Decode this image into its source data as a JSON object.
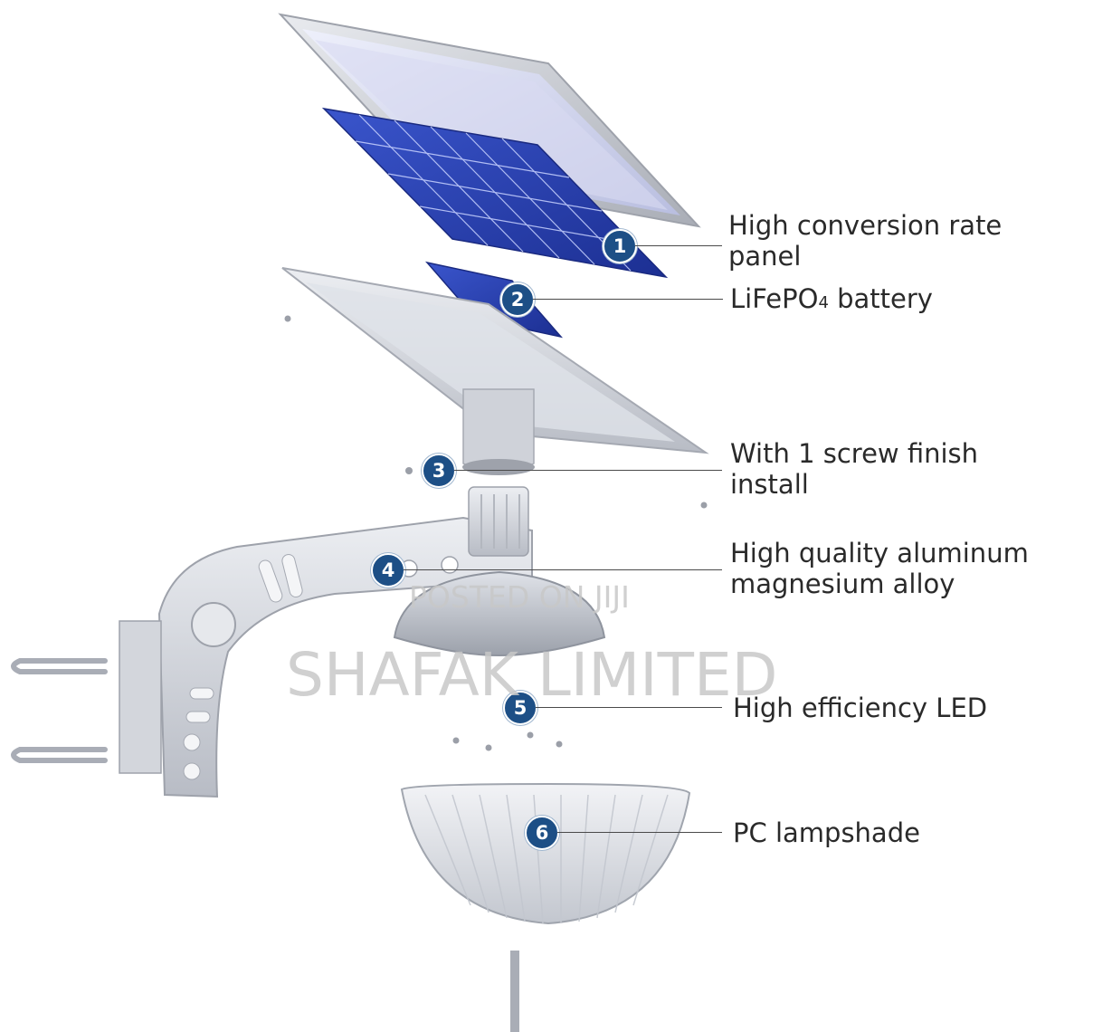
{
  "callouts": [
    {
      "number": "1",
      "lines": [
        "High conversion rate",
        "panel"
      ]
    },
    {
      "number": "2",
      "lines": [
        "LiFePO",
        "battery"
      ],
      "subscript": "4"
    },
    {
      "number": "3",
      "lines": [
        "With 1 screw finish",
        "install"
      ]
    },
    {
      "number": "4",
      "lines": [
        "High quality aluminum",
        "magnesium alloy"
      ]
    },
    {
      "number": "5",
      "lines": [
        "High efficiency LED"
      ]
    },
    {
      "number": "6",
      "lines": [
        "PC lampshade"
      ]
    }
  ],
  "watermark": {
    "posted": "POSTED ON JIJI",
    "brand": "SHAFAK LIMITED"
  },
  "colors": {
    "badge": "#1d4f86",
    "cell_blue": "#2a44b8",
    "frame": "#c9ccd3",
    "body": "#d9dce2",
    "label": "#2a2a2a"
  }
}
